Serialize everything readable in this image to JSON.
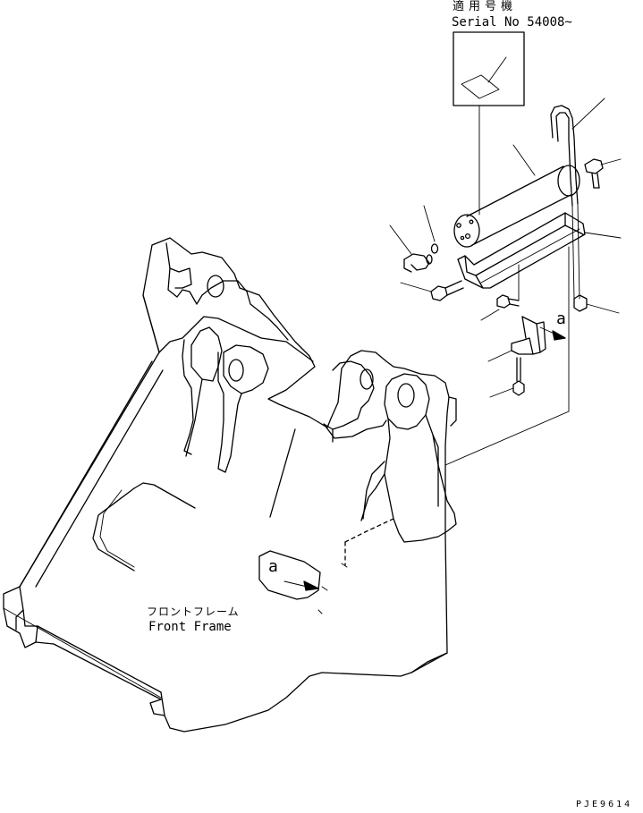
{
  "note": {
    "applicable_machine_jp": "適用号機",
    "serial_range": "Serial No 54008~"
  },
  "frame_label": {
    "japanese": "フロントフレーム",
    "english": "Front Frame"
  },
  "reference_marks": {
    "upper": "a",
    "lower": "a"
  },
  "drawing_code": "PJE9614",
  "colors": {
    "line": "#000000",
    "background": "#ffffff"
  }
}
